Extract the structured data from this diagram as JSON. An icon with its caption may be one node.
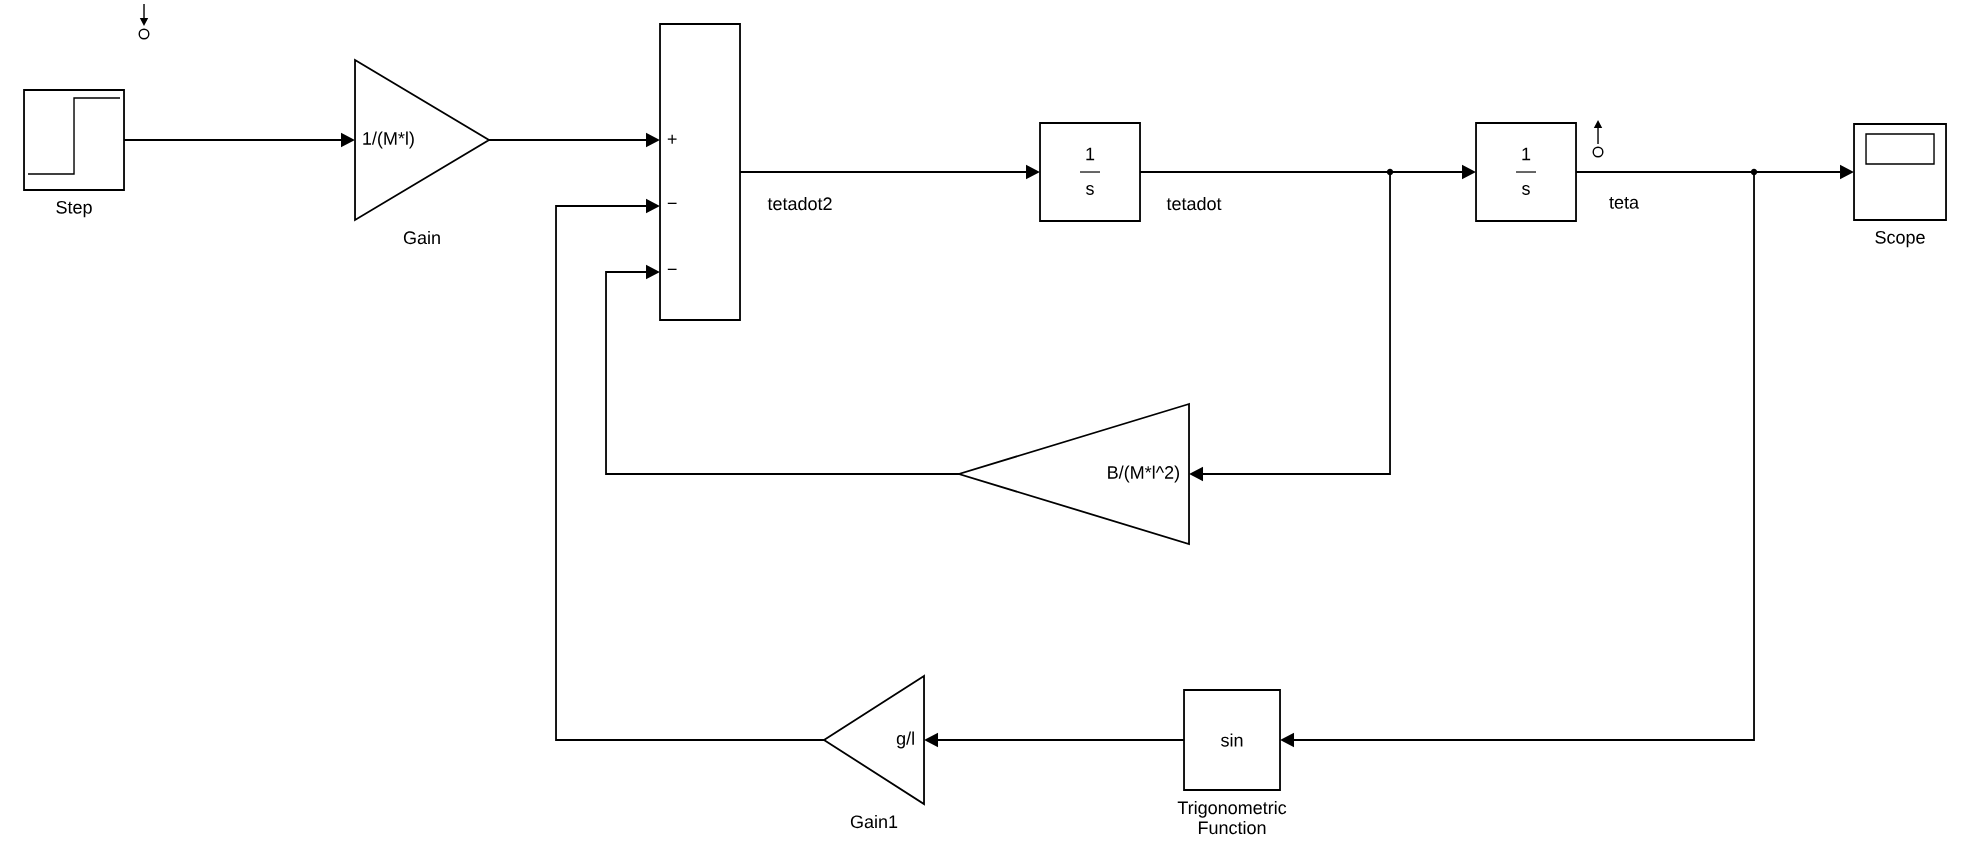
{
  "diagram": {
    "nodes": [
      {
        "text": [],
        "shape": "box",
        "beside": [
          "Step"
        ]
      },
      {
        "text": [
          "1/(M*l)"
        ],
        "beside": [
          "Gain"
        ]
      },
      {
        "text": [
          "+",
          "−",
          "−"
        ]
      },
      {
        "text": [
          "1",
          "s"
        ]
      },
      {
        "text": [
          "1",
          "s"
        ]
      },
      {
        "text": [],
        "shape": "box",
        "beside": [
          "Scope"
        ]
      },
      {
        "text": [
          "B/(M*l^2)"
        ]
      },
      {
        "text": [
          "sin"
        ],
        "beside": [
          "Trigonometric Function"
        ]
      },
      {
        "text": [
          "g/l"
        ],
        "beside": [
          "Gain1"
        ]
      }
    ],
    "edges": [
      {
        "from": 0,
        "to": 1,
        "arrow": "to"
      },
      {
        "from": 1,
        "to": 2,
        "arrow": "to"
      },
      {
        "from": 2,
        "to": 3,
        "arrow": "to",
        "label": "tetadot2"
      },
      {
        "from": 3,
        "to": 4,
        "arrow": "to",
        "label": "tetadot"
      },
      {
        "from": 4,
        "to": 5,
        "arrow": "to",
        "label": "teta"
      },
      {
        "from": 3,
        "to": 6,
        "arrow": "to"
      },
      {
        "from": 4,
        "to": 7,
        "arrow": "to"
      },
      {
        "from": 7,
        "to": 8,
        "arrow": "to"
      },
      {
        "from": 8,
        "to": 2,
        "arrow": "to"
      },
      {
        "from": 6,
        "to": 2,
        "arrow": "to"
      }
    ]
  }
}
